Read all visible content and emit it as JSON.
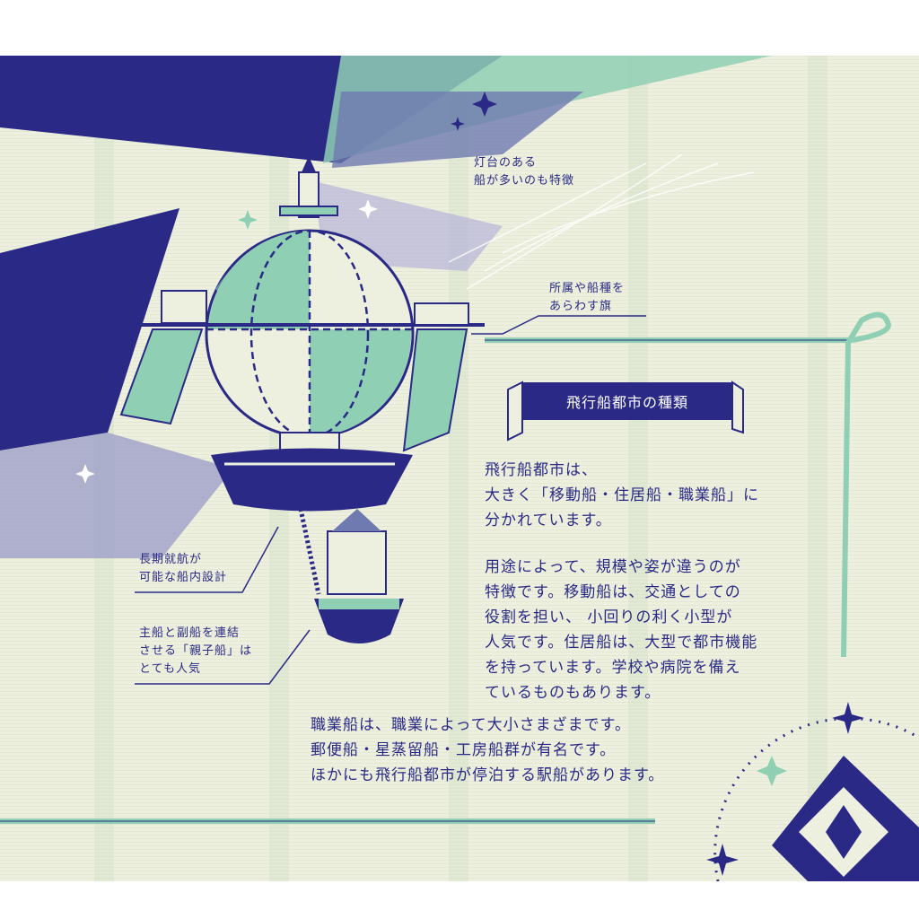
{
  "labels": {
    "lighthouse": [
      "灯台のある",
      "船が多いのも特徴"
    ],
    "flags": [
      "所属や船種を",
      "あらわす旗"
    ],
    "long_voyage": [
      "長期就航が",
      "可能な船内設計"
    ],
    "parent_child": [
      "主船と副船を連結",
      "させる「親子船」は",
      "とても人気"
    ]
  },
  "section_title": "飛行船都市の種類",
  "body": {
    "para1": [
      "飛行船都市は、",
      "大きく「移動船・住居船・職業船」に",
      "分かれています。"
    ],
    "para2": [
      "用途によって、規模や姿が違うのが",
      "特徴です。移動船は、交通としての",
      "役割を担い、 小回りの利く小型が",
      "人気です。住居船は、大型で都市機能",
      "を持っています。学校や病院を備え",
      "ているものもあります。"
    ],
    "para3": [
      "職業船は、職業によって大小さまざまです。",
      "郵便船・星蒸留船・工房船群が有名です。",
      "ほかにも飛行船都市が停泊する駅船があります。"
    ]
  },
  "colors": {
    "navy": "#2a2a86",
    "mint": "#8fcfb4",
    "lavender": "#9fa0c8",
    "paper": "#eef0df"
  }
}
